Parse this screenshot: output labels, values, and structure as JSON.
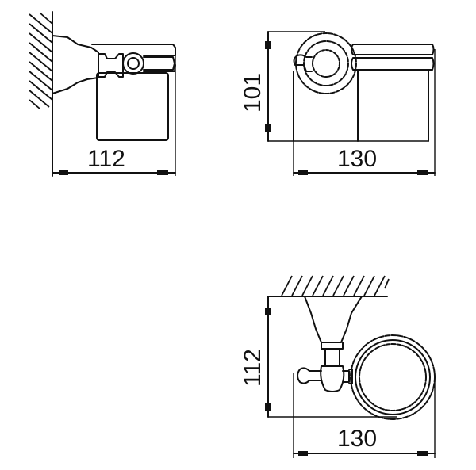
{
  "views": {
    "side": {
      "name": "side-view",
      "width_label": "112"
    },
    "front": {
      "name": "front-view",
      "height_label": "101",
      "width_label": "130"
    },
    "top": {
      "name": "top-view",
      "depth_label": "112",
      "width_label": "130"
    }
  },
  "colors": {
    "line": "#111111",
    "background": "#ffffff"
  }
}
